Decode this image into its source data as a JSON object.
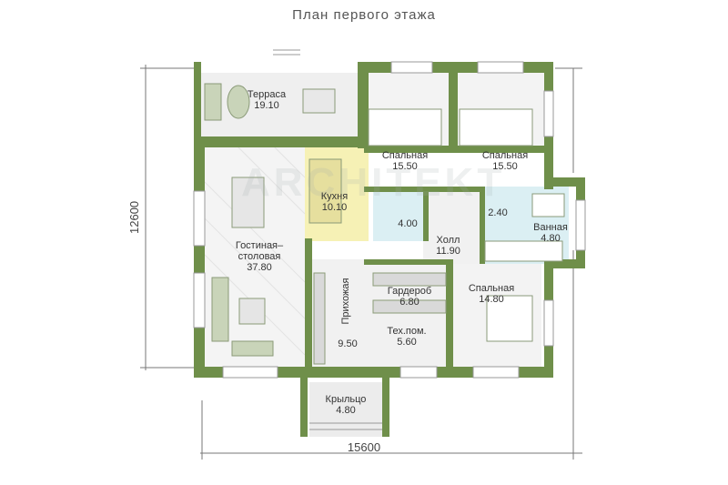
{
  "title": "План первого этажа",
  "dimensions": {
    "width": "15600",
    "height": "12600"
  },
  "watermark": "ARCHITEKT",
  "rooms": [
    {
      "id": "terrace",
      "name": "Терраса",
      "area": "19.10"
    },
    {
      "id": "bed1",
      "name": "Спальная",
      "area": "15.50"
    },
    {
      "id": "bed2",
      "name": "Спальная",
      "area": "15.50"
    },
    {
      "id": "kitchen",
      "name": "Кухня",
      "area": "10.10"
    },
    {
      "id": "wc",
      "name": "",
      "area": "4.00"
    },
    {
      "id": "wc2",
      "name": "",
      "area": "2.40"
    },
    {
      "id": "bath",
      "name": "Ванная",
      "area": "4.80"
    },
    {
      "id": "living",
      "name": "Гостиная–столовая",
      "area": "37.80"
    },
    {
      "id": "hall",
      "name": "Холл",
      "area": "11.90"
    },
    {
      "id": "wardrobe",
      "name": "Гардероб",
      "area": "6.80"
    },
    {
      "id": "bed3",
      "name": "Спальная",
      "area": "14.80"
    },
    {
      "id": "tech",
      "name": "Тех.пом.",
      "area": "5.60"
    },
    {
      "id": "entry",
      "name": "Прихожая",
      "area": "9.50"
    },
    {
      "id": "porch",
      "name": "Крыльцо",
      "area": "4.80"
    }
  ],
  "colors": {
    "wall": "#6f8f4a",
    "wall_dark": "#55733a",
    "floor_tile": "#f3f3f3",
    "kitchen_floor": "#f5f0b8",
    "wet_room": "#d8eef2",
    "terrace_floor": "#ededed",
    "furniture": "#c7d2b7"
  }
}
